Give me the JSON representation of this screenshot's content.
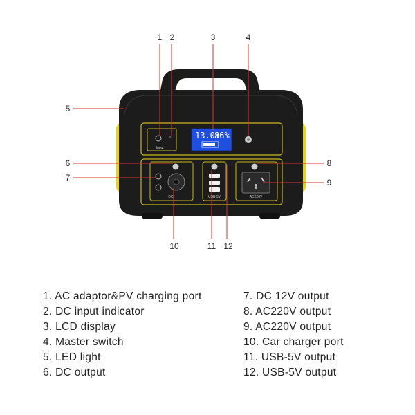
{
  "lcd": {
    "left_readout": "13.0↑",
    "right_readout": "86%"
  },
  "panel_labels": {
    "input": "Input",
    "dc": "DC",
    "usb": "USB-5V",
    "ac": "AC220V"
  },
  "callouts": [
    "1",
    "2",
    "3",
    "4",
    "5",
    "6",
    "7",
    "8",
    "9",
    "10",
    "11",
    "12"
  ],
  "legend_left": [
    "1. AC adaptor&PV charging port",
    "2. DC input indicator",
    "3. LCD display",
    "4. Master switch",
    "5. LED light",
    "6. DC output"
  ],
  "legend_right": [
    "7. DC 12V output",
    "8. AC220V output",
    "9. AC220V output",
    "10. Car charger port",
    "11. USB-5V output",
    "12. USB-5V output"
  ],
  "colors": {
    "body": "#1c1c1c",
    "accent_yellow": "#e8d21c",
    "lcd_blue": "#1f4fe0"
  }
}
